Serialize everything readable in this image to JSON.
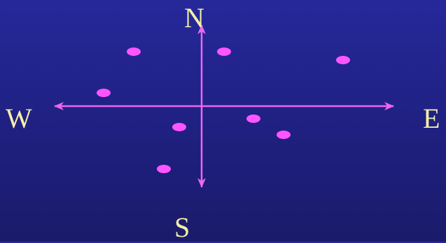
{
  "compass": {
    "north": "N",
    "south": "S",
    "west": "W",
    "east": "E"
  },
  "colors": {
    "background": "#22248c",
    "axis": "#ee66ee",
    "point": "#ff55ff",
    "label": "#f3f0a8"
  }
}
